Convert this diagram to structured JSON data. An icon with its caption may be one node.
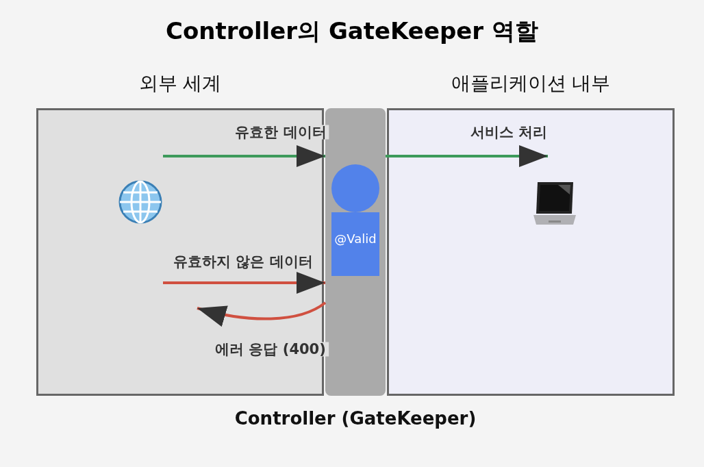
{
  "diagram": {
    "title": "Controller의 GateKeeper 역할",
    "nodes": [
      {
        "text": [
          "외부 세계"
        ]
      },
      {
        "text": [],
        "shape": "bar",
        "beside": [
          "Controller (GateKeeper)"
        ]
      },
      {
        "text": [
          "@Valid"
        ],
        "in": 1
      },
      {
        "text": [
          "애플리케이션 내부"
        ]
      }
    ],
    "edges": [
      {
        "from": 0,
        "to": 1,
        "arrow": "to",
        "label": "유효한 데이터",
        "color": "#3d9a5b"
      },
      {
        "from": 1,
        "to": 3,
        "arrow": "to",
        "label": "서비스 처리",
        "color": "#3d9a5b"
      },
      {
        "from": 0,
        "to": 1,
        "arrow": "to",
        "label": "유효하지 않은 데이터",
        "color": "#d05040"
      },
      {
        "from": 1,
        "to": 0,
        "arrow": "to",
        "label": "에러 응답 (400)",
        "color": "#d05040"
      }
    ]
  }
}
